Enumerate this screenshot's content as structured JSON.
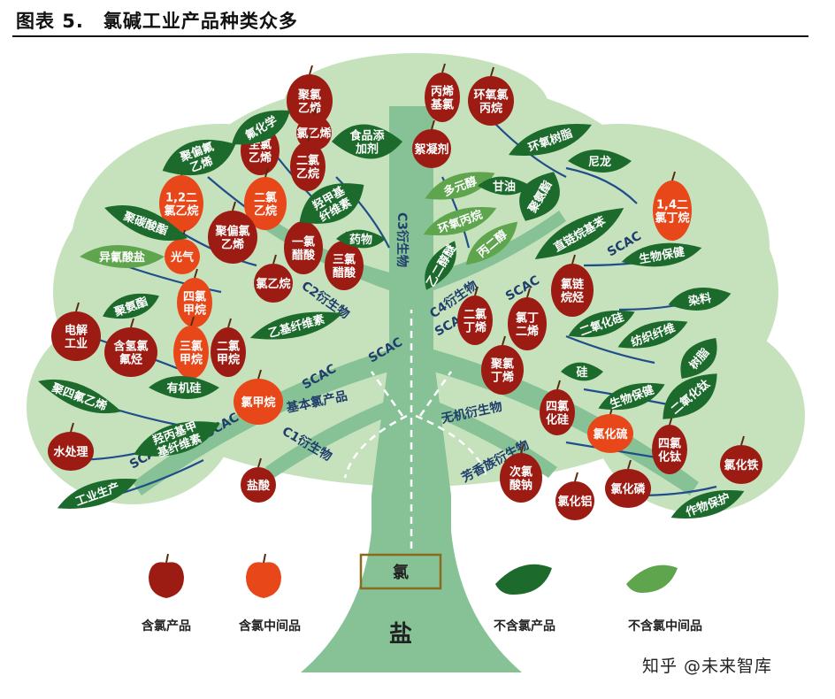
{
  "title": "图表 5.　氯碱工业产品种类众多",
  "trunk_root": "盐",
  "trunk_box": "氯",
  "hub": "基本氯产品",
  "scac": "SCAC",
  "branches": {
    "c1": "C1衍生物",
    "c2": "C2衍生物",
    "c3": "C3衍生物",
    "c4": "C4衍生物",
    "inorganic": "无机衍生物",
    "aromatic": "芳香族衍生物"
  },
  "legend": {
    "chlorine_product": "含氯产品",
    "chlorine_intermediate": "含氯中间品",
    "non_chlorine_product": "不含氯产品",
    "non_chlorine_intermediate": "不含氯中间品"
  },
  "colors": {
    "chlorine_product": "#9c1c14",
    "chlorine_intermediate": "#e8471a",
    "non_chlorine_product": "#1c6b2c",
    "non_chlorine_intermediate": "#5fa54e",
    "canopy": "#c6e2bd",
    "trunk": "#86c296"
  },
  "items": [
    {
      "text": "聚氯乙烯",
      "kind": "apple_dark"
    },
    {
      "text": "氯乙烯",
      "kind": "apple_dark"
    },
    {
      "text": "全氯乙烯",
      "kind": "apple_dark"
    },
    {
      "text": "二氯乙烷",
      "kind": "apple_dark"
    },
    {
      "text": "1,2二氯乙烷",
      "kind": "apple_bright"
    },
    {
      "text": "二氯乙烷",
      "kind": "apple_bright"
    },
    {
      "text": "聚偏氯乙烯",
      "kind": "apple_dark"
    },
    {
      "text": "一氯醋酸",
      "kind": "apple_dark"
    },
    {
      "text": "三氯醋酸",
      "kind": "apple_dark"
    },
    {
      "text": "氯乙烷",
      "kind": "apple_dark"
    },
    {
      "text": "光气",
      "kind": "apple_bright"
    },
    {
      "text": "四氯甲烷",
      "kind": "apple_bright"
    },
    {
      "text": "三氯甲烷",
      "kind": "apple_bright"
    },
    {
      "text": "二氯甲烷",
      "kind": "apple_dark"
    },
    {
      "text": "电解工业",
      "kind": "apple_dark"
    },
    {
      "text": "含氢氯氟烃",
      "kind": "apple_dark"
    },
    {
      "text": "氯甲烷",
      "kind": "apple_bright"
    },
    {
      "text": "水处理",
      "kind": "apple_dark"
    },
    {
      "text": "盐酸",
      "kind": "apple_dark"
    },
    {
      "text": "丙烯基氯",
      "kind": "apple_dark"
    },
    {
      "text": "环氧氯丙烷",
      "kind": "apple_dark"
    },
    {
      "text": "絮凝剂",
      "kind": "apple_dark"
    },
    {
      "text": "1,4二氯丁烷",
      "kind": "apple_bright"
    },
    {
      "text": "二氯丁烯",
      "kind": "apple_dark"
    },
    {
      "text": "氯丁二烯",
      "kind": "apple_dark"
    },
    {
      "text": "聚氯丁烯",
      "kind": "apple_dark"
    },
    {
      "text": "氯链烷烃",
      "kind": "apple_dark"
    },
    {
      "text": "四氯化硅",
      "kind": "apple_dark"
    },
    {
      "text": "氯化硫",
      "kind": "apple_bright"
    },
    {
      "text": "四氯化钛",
      "kind": "apple_dark"
    },
    {
      "text": "氯化铁",
      "kind": "apple_dark"
    },
    {
      "text": "次氯酸钠",
      "kind": "apple_dark"
    },
    {
      "text": "氯化铝",
      "kind": "apple_dark"
    },
    {
      "text": "氯化磷",
      "kind": "apple_dark"
    },
    {
      "text": "氟化学",
      "kind": "leaf_dark"
    },
    {
      "text": "聚偏氟乙烯",
      "kind": "leaf_dark"
    },
    {
      "text": "食品添加剂",
      "kind": "leaf_dark"
    },
    {
      "text": "羟甲基纤维素",
      "kind": "leaf_dark"
    },
    {
      "text": "药物",
      "kind": "leaf_dark"
    },
    {
      "text": "聚碳酸酯",
      "kind": "leaf_dark"
    },
    {
      "text": "异氰酸盐",
      "kind": "leaf_light"
    },
    {
      "text": "聚氨酯",
      "kind": "leaf_dark"
    },
    {
      "text": "乙基纤维素",
      "kind": "leaf_dark"
    },
    {
      "text": "有机硅",
      "kind": "leaf_dark"
    },
    {
      "text": "聚四氟乙烯",
      "kind": "leaf_dark"
    },
    {
      "text": "羟丙基甲基纤维素",
      "kind": "leaf_dark"
    },
    {
      "text": "工业生产",
      "kind": "leaf_dark"
    },
    {
      "text": "环氧树脂",
      "kind": "leaf_dark"
    },
    {
      "text": "多元醇",
      "kind": "leaf_light"
    },
    {
      "text": "甘油",
      "kind": "leaf_dark"
    },
    {
      "text": "尼龙",
      "kind": "leaf_dark"
    },
    {
      "text": "聚氨酯",
      "kind": "leaf_dark"
    },
    {
      "text": "环氧丙烷",
      "kind": "leaf_light"
    },
    {
      "text": "丙二醇",
      "kind": "leaf_light"
    },
    {
      "text": "乙二醇醚",
      "kind": "leaf_dark"
    },
    {
      "text": "直链烷基苯",
      "kind": "leaf_dark"
    },
    {
      "text": "生物保健",
      "kind": "leaf_dark"
    },
    {
      "text": "染料",
      "kind": "leaf_dark"
    },
    {
      "text": "二氧化硅",
      "kind": "leaf_dark"
    },
    {
      "text": "纺织纤维",
      "kind": "leaf_dark"
    },
    {
      "text": "硅",
      "kind": "leaf_dark"
    },
    {
      "text": "树脂",
      "kind": "leaf_dark"
    },
    {
      "text": "生物保健",
      "kind": "leaf_dark"
    },
    {
      "text": "二氧化钛",
      "kind": "leaf_dark"
    },
    {
      "text": "作物保护",
      "kind": "leaf_dark"
    }
  ],
  "watermark": "知乎 @未来智库"
}
